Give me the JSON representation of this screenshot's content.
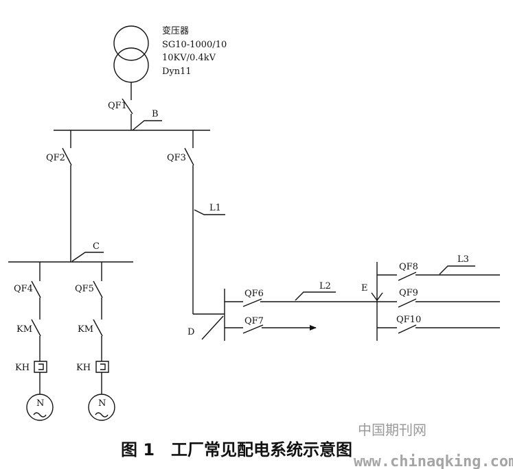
{
  "transformer": {
    "name": "变压器",
    "model": "SG10-1000/10",
    "voltage": "10KV/0.4kV",
    "vector_group": "Dyn11"
  },
  "breakers": {
    "qf1": "QF1",
    "qf2": "QF2",
    "qf3": "QF3",
    "qf4": "QF4",
    "qf5": "QF5",
    "qf6": "QF6",
    "qf7": "QF7",
    "qf8": "QF8",
    "qf9": "QF9",
    "qf10": "QF10"
  },
  "points": {
    "b": "B",
    "c": "C",
    "d": "D",
    "e": "E"
  },
  "lines": {
    "l1": "L1",
    "l2": "L2",
    "l3": "L3"
  },
  "devices": {
    "km_left": "KM",
    "km_right": "KM",
    "kh_left": "KH",
    "kh_right": "KH",
    "motor_left": "N",
    "motor_right": "N"
  },
  "caption": "图 1　工厂常见配电系统示意图",
  "watermark": {
    "cn": "中国期刊网",
    "url": "www.chinaqking.com"
  },
  "colors": {
    "ink": "#111111",
    "watermark": "#9a9a9a"
  }
}
